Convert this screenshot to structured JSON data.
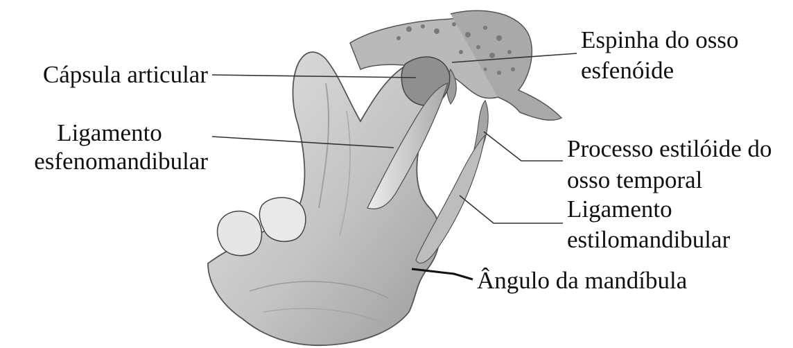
{
  "labels": {
    "capsula": "Cápsula articular",
    "lig_esfeno_1": "Ligamento",
    "lig_esfeno_2": "esfenomandibular",
    "espinha_1": "Espinha do osso",
    "espinha_2": "esfenóide",
    "processo_1": "Processo estilóide do",
    "processo_2": "osso temporal",
    "lig_estilo_1": "Ligamento",
    "lig_estilo_2": "estilomandibular",
    "angulo": "Ângulo da mandíbula"
  },
  "colors": {
    "bone_fill": "#c9c9c9",
    "bone_shade": "#9a9a9a",
    "bone_dark": "#6e6e6e",
    "line": "#333333"
  }
}
